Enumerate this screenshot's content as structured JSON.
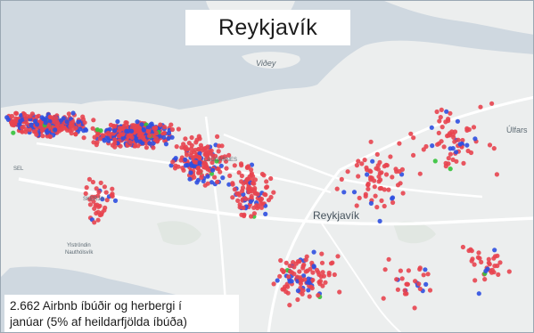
{
  "title": "Reykjavík",
  "caption": {
    "line1": "2.662 Airbnb íbúðir og herbergi í",
    "line2": "janúar (5% af heildarfjölda íbúða)"
  },
  "map_labels": {
    "videy": "Viðey",
    "reykjavik": "Reykjavík",
    "ulfarsa": "Úlfars",
    "laugarnes": "LAUGARNES",
    "seltjarnarnes": "SEL",
    "skerjafjordur": "SKERJA",
    "ylstrondin": "Ylströndin",
    "nautholsvik": "Nauthólsvík"
  },
  "colors": {
    "water": "#cfd8e0",
    "land": "#eceeee",
    "road": "#ffffff",
    "park": "#e1e7e2",
    "listing_entire": "#e8444f",
    "listing_room": "#2f4fe0",
    "listing_shared": "#35c23a"
  }
}
